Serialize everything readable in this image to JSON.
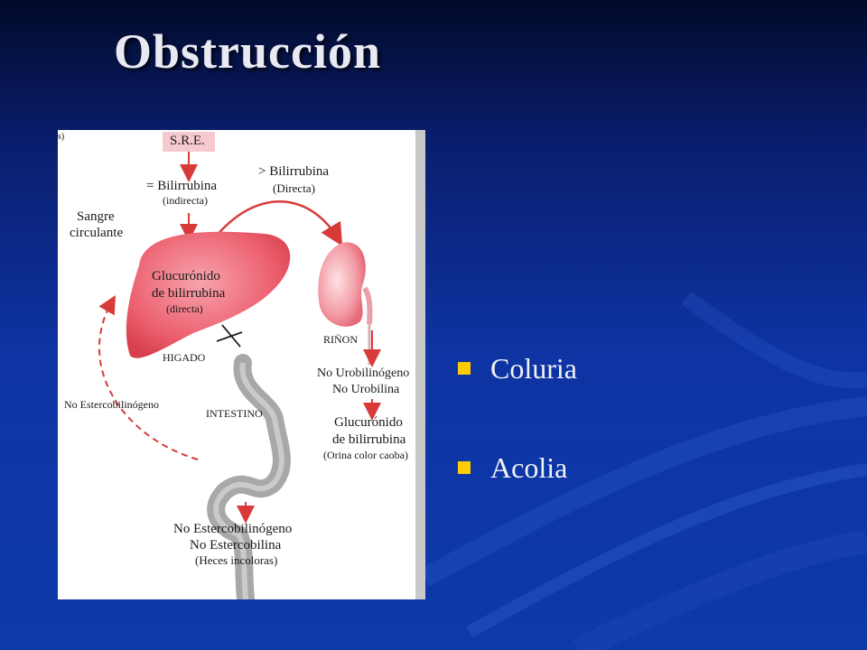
{
  "slide": {
    "title": "Obstrucción",
    "bullets": [
      "Coluria",
      "Acolia"
    ]
  },
  "figure": {
    "corner_fragment": "s)",
    "sre": "S.R.E.",
    "bilirrubina_indirecta": "= Bilirrubina",
    "indirecta": "(indirecta)",
    "bilirrubina_directa": "> Bilirrubina",
    "directa_paren": "(Directa)",
    "sangre": "Sangre",
    "circulante": "circulante",
    "glucuronido_1": "Glucurónido",
    "glucuronido_2": "de bilirrubina",
    "glucuronido_3": "(directa)",
    "higado": "HIGADO",
    "rinon": "RIÑON",
    "no_urobilinogeno": "No Urobilinógeno",
    "no_urobilina": "No Urobilina",
    "no_estercobilinogeno_side": "No Estercobilinógeno",
    "intestino": "INTESTINO",
    "orina_1": "Glucurónido",
    "orina_2": "de bilirrubina",
    "orina_3": "(Orina color caoba)",
    "heces_1": "No Estercobilinógeno",
    "heces_2": "No Estercobilina",
    "heces_3": "(Heces incoloras)"
  },
  "colors": {
    "background": "#0c3aa8",
    "bullet_square": "#ffcc00",
    "organ_fill": "#ef5f6e",
    "arrow_red": "#d83a3a"
  }
}
